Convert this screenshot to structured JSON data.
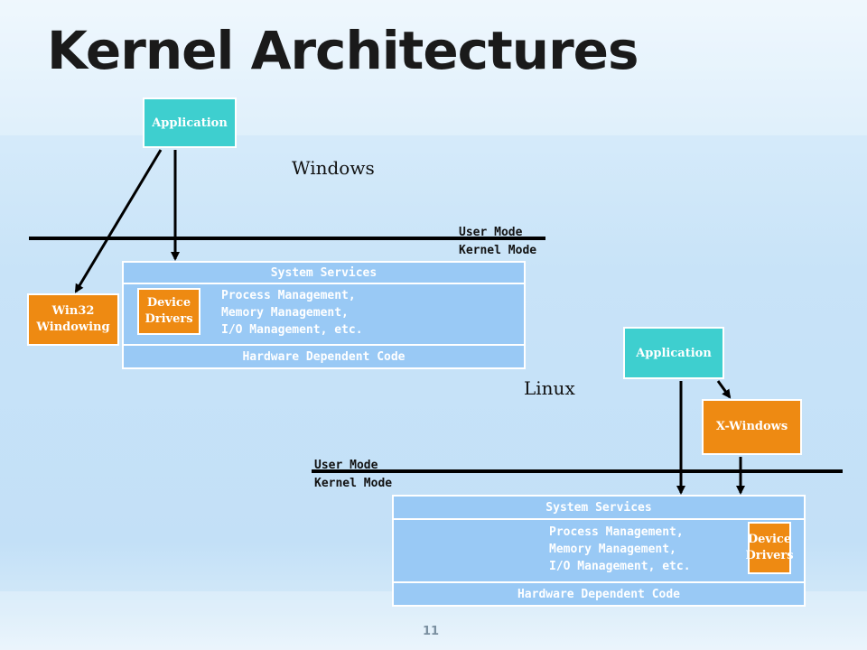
{
  "title": "Kernel Architectures",
  "page_number": "11",
  "windows": {
    "label": "Windows",
    "application": "Application",
    "win32": [
      "Win32",
      "Windowing"
    ],
    "user_mode": "User Mode",
    "kernel_mode": "Kernel Mode",
    "system_services": "System Services",
    "device_drivers": [
      "Device",
      "Drivers"
    ],
    "process_lines": [
      "Process Management,",
      "Memory Management,",
      "I/O Management, etc."
    ],
    "hardware": "Hardware Dependent Code"
  },
  "linux": {
    "label": "Linux",
    "application": "Application",
    "xwindows": "X-Windows",
    "user_mode": "User Mode",
    "kernel_mode": "Kernel Mode",
    "system_services": "System Services",
    "device_drivers": [
      "Device",
      "Drivers"
    ],
    "process_lines": [
      "Process Management,",
      "Memory Management,",
      "I/O Management, etc."
    ],
    "hardware": "Hardware Dependent Code"
  },
  "colors": {
    "application": "#3ecfcf",
    "orange": "#ee8a12",
    "kernel": "#99c9f5"
  }
}
